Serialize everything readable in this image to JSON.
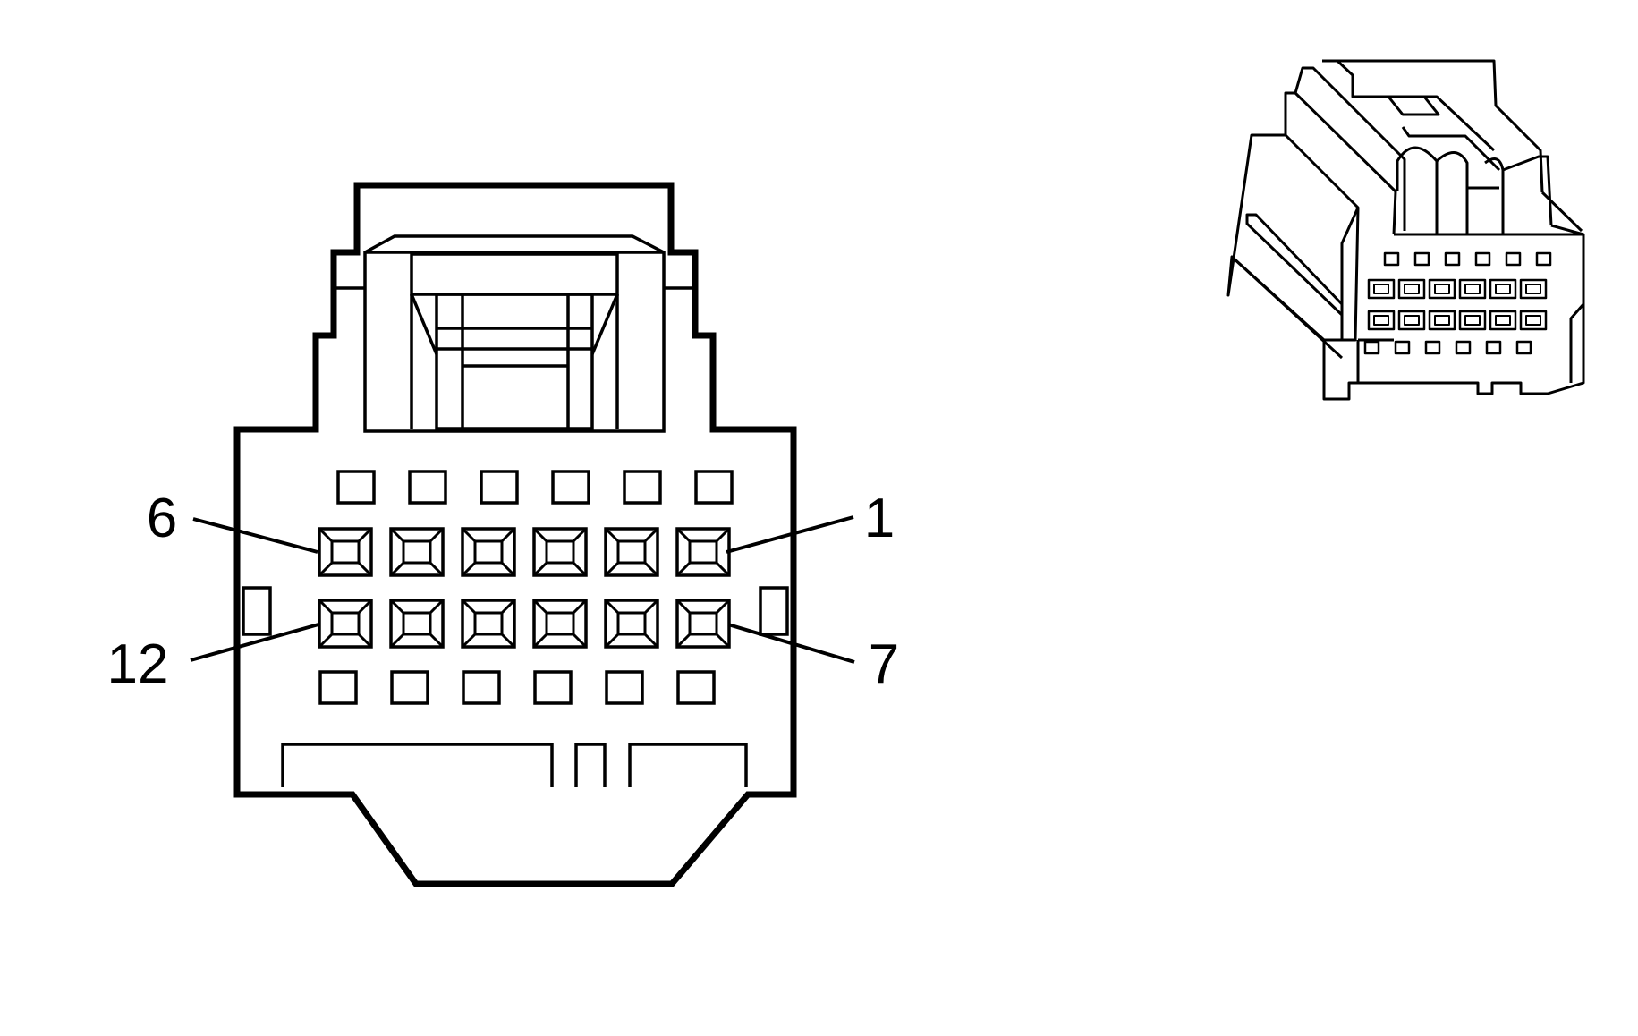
{
  "diagram": {
    "pin_labels": {
      "row1_left": "6",
      "row1_right": "1",
      "row2_left": "12",
      "row2_right": "7"
    },
    "pin_count": 12,
    "cavity_rows": 4,
    "cavities_per_row": 6,
    "line_color": "#000000",
    "background_color": "#ffffff"
  }
}
